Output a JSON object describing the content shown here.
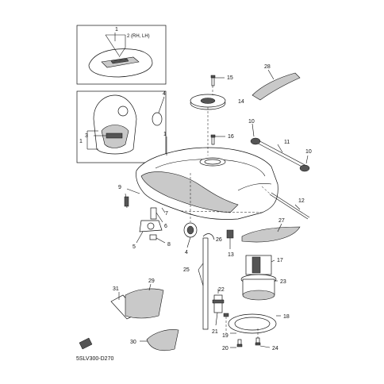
{
  "diagram_code": "5SLV300-D270",
  "callouts": {
    "c1_top": "1",
    "c2": "2 (RH, LH)",
    "c1_left": "1",
    "c3": "3",
    "c4_top": "4",
    "c4_bottom": "4",
    "c5": "5",
    "c6": "6",
    "c7": "7",
    "c8": "8",
    "c9": "9",
    "c10_left": "10",
    "c10_right": "10",
    "c11": "11",
    "c12": "12",
    "c13": "13",
    "c14": "14",
    "c15": "15",
    "c16": "16",
    "c17": "17",
    "c18": "18",
    "c19": "19",
    "c20": "20",
    "c21": "21",
    "c22": "22",
    "c23": "23",
    "c24": "24",
    "c25": "25",
    "c26": "26",
    "c27": "27",
    "c28": "28",
    "c29": "29",
    "c30": "30",
    "c31": "31",
    "c1_tank": "1"
  }
}
